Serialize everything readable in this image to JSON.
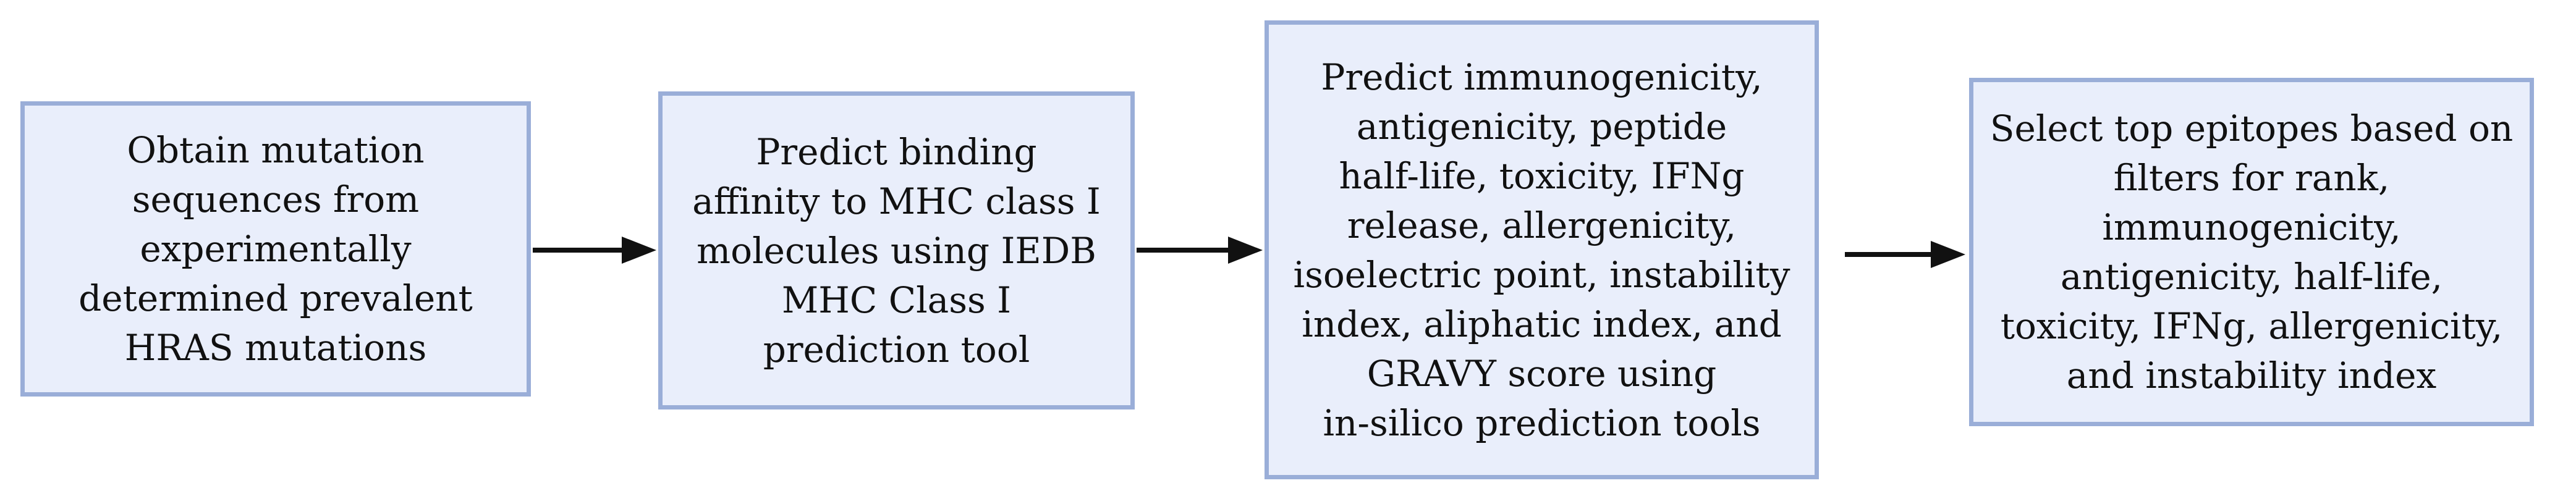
{
  "steps": [
    {
      "text": "Obtain mutation\nsequences from\nexperimentally\ndetermined prevalent\nHRAS mutations"
    },
    {
      "text": "Predict binding\naffinity to MHC class I\nmolecules using IEDB\nMHC Class I\nprediction tool"
    },
    {
      "text": "Predict immunogenicity,\nantigenicity, peptide\nhalf-life, toxicity, IFNg\nrelease, allergenicity,\nisoelectric point, instability\nindex, aliphatic index, and\nGRAVY score using\nin-silico prediction tools"
    },
    {
      "text": "Select top epitopes based on\nfilters for rank,\nimmunogenicity,\nantigenicity, half-life,\ntoxicity, IFNg, allergenicity,\nand instability index"
    }
  ],
  "colors": {
    "box_fill": "#e9eefb",
    "box_border": "#9aaed8",
    "arrow": "#111111",
    "text": "#111111"
  }
}
